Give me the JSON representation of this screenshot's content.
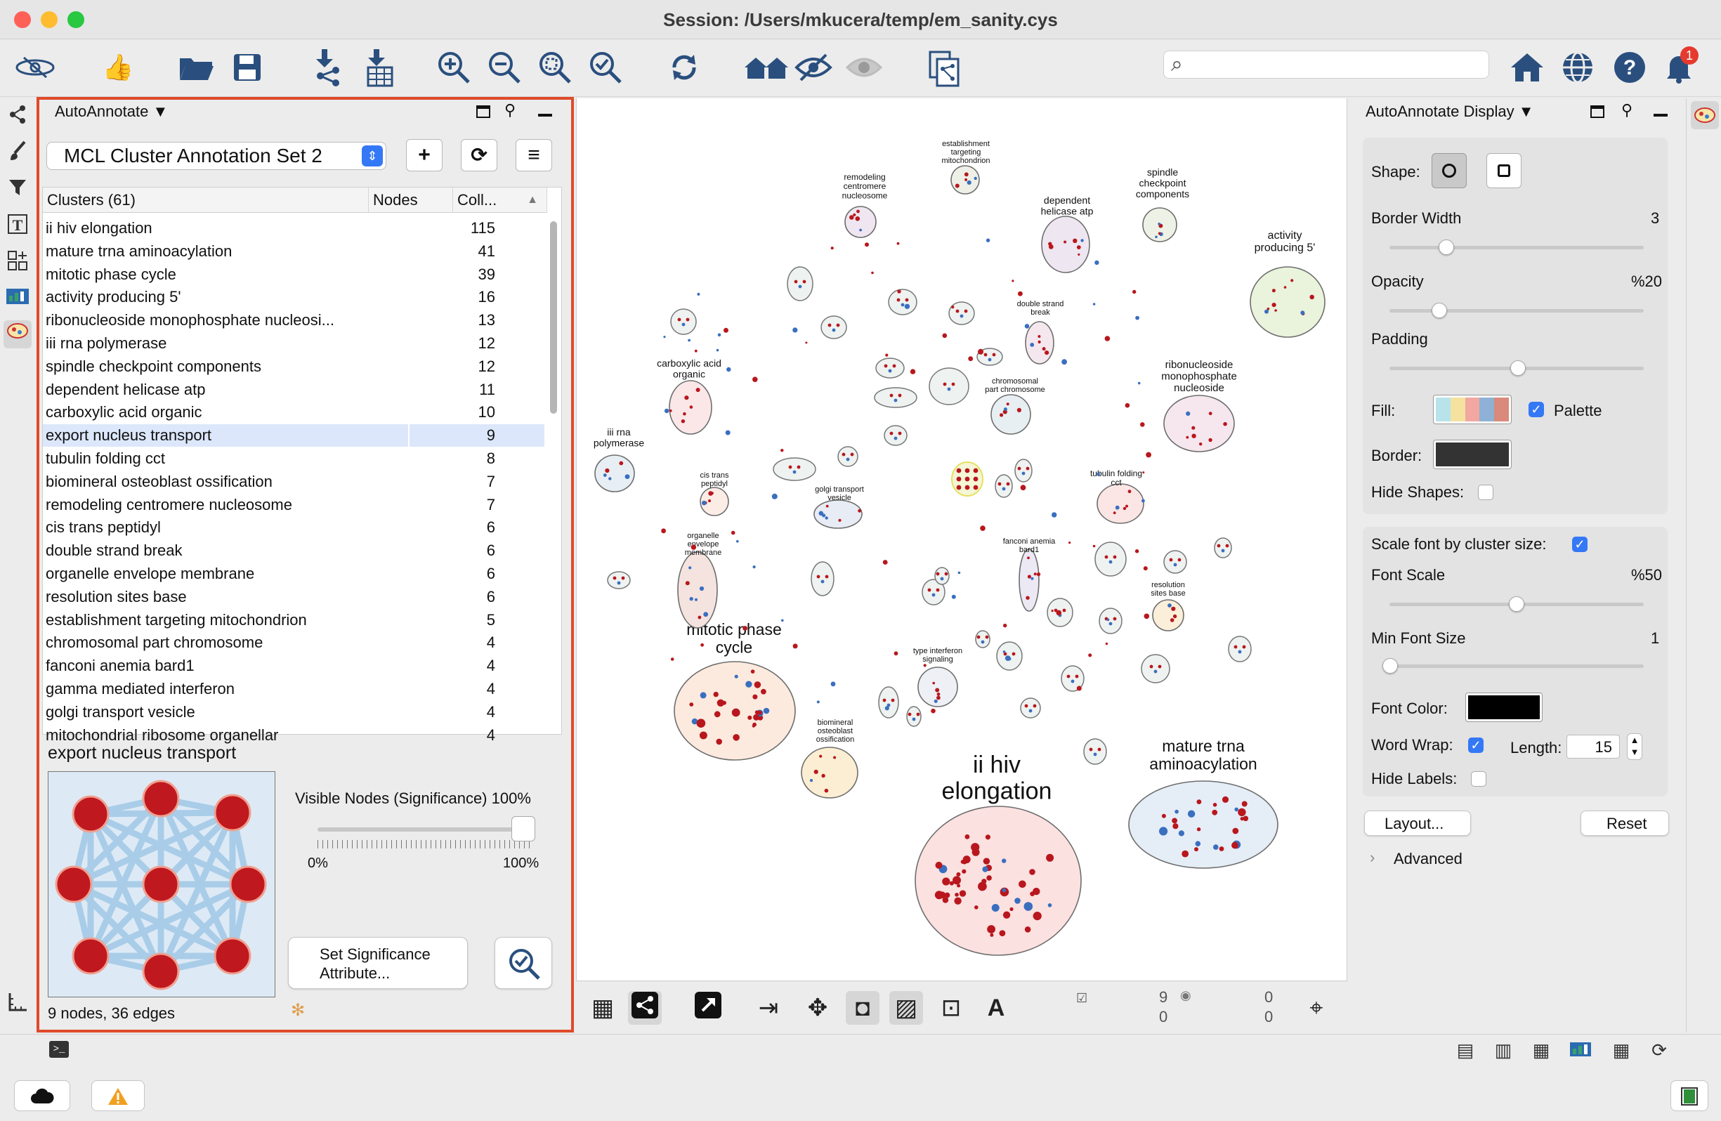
{
  "window": {
    "title": "Session: /Users/mkucera/temp/em_sanity.cys",
    "notification_count": "1"
  },
  "left_panel": {
    "header": "AutoAnnotate ▼",
    "annotation_set": "MCL Cluster Annotation Set 2",
    "columns": [
      "Clusters (61)",
      "Nodes",
      "Coll..."
    ],
    "rows": [
      {
        "name": "ii hiv elongation",
        "nodes": "115"
      },
      {
        "name": "mature trna aminoacylation",
        "nodes": "41"
      },
      {
        "name": "mitotic phase cycle",
        "nodes": "39"
      },
      {
        "name": "activity producing 5'",
        "nodes": "16"
      },
      {
        "name": "ribonucleoside monophosphate nucleosi...",
        "nodes": "13"
      },
      {
        "name": "iii rna polymerase",
        "nodes": "12"
      },
      {
        "name": "spindle checkpoint components",
        "nodes": "12"
      },
      {
        "name": "dependent helicase atp",
        "nodes": "11"
      },
      {
        "name": "carboxylic acid organic",
        "nodes": "10"
      },
      {
        "name": "export nucleus transport",
        "nodes": "9"
      },
      {
        "name": "tubulin folding cct",
        "nodes": "8"
      },
      {
        "name": "biomineral osteoblast ossification",
        "nodes": "7"
      },
      {
        "name": "remodeling centromere nucleosome",
        "nodes": "7"
      },
      {
        "name": "cis trans peptidyl",
        "nodes": "6"
      },
      {
        "name": "double strand break",
        "nodes": "6"
      },
      {
        "name": "organelle envelope membrane",
        "nodes": "6"
      },
      {
        "name": "resolution sites base",
        "nodes": "6"
      },
      {
        "name": "establishment targeting mitochondrion",
        "nodes": "5"
      },
      {
        "name": "chromosomal part chromosome",
        "nodes": "4"
      },
      {
        "name": "fanconi anemia bard1",
        "nodes": "4"
      },
      {
        "name": "gamma mediated interferon",
        "nodes": "4"
      },
      {
        "name": "golgi transport vesicle",
        "nodes": "4"
      },
      {
        "name": "mitochondrial ribosome organellar",
        "nodes": "4"
      }
    ],
    "selected_cluster": "export nucleus transport",
    "visible_nodes_label": "Visible Nodes (Significance)",
    "visible_nodes_value": "100%",
    "slider_min": "0%",
    "slider_max": "100%",
    "significance_button": "Set Significance\nAttribute...",
    "summary": "9 nodes, 36 edges"
  },
  "network": {
    "big_labels": [
      {
        "text": "ii hiv\nelongation"
      },
      {
        "text": "mature trna\naminoacylation"
      },
      {
        "text": "mitotic phase\ncycle"
      },
      {
        "text": "activity\nproducing 5'"
      },
      {
        "text": "ribonucleoside\nmonophosphate\nnucleoside"
      },
      {
        "text": "spindle\ncheckpoint\ncomponents"
      },
      {
        "text": "dependent\nhelicase atp"
      },
      {
        "text": "carboxylic acid\norganic"
      },
      {
        "text": "iii rna\npolymerase"
      },
      {
        "text": "tubulin folding\ncct"
      },
      {
        "text": "remodeling\ncentromere\nnucleosome"
      },
      {
        "text": "establishment\ntargeting\nmitochondrion"
      },
      {
        "text": "double strand\nbreak"
      },
      {
        "text": "organelle\nenvelope\nmembrane"
      },
      {
        "text": "biomineral\nosteoblast\nossification"
      },
      {
        "text": "resolution\nsites base"
      },
      {
        "text": "chromosomal\npart chromosome"
      },
      {
        "text": "fanconi anemia\nbard1"
      },
      {
        "text": "type interferon\nsignaling"
      },
      {
        "text": "cis trans\npeptidyl"
      },
      {
        "text": "golgi transport\nvesicle"
      }
    ],
    "bottom_counts": {
      "selected_nodes": "9",
      "selected_edges": "0",
      "hidden_nodes": "0",
      "hidden_edges": "0"
    }
  },
  "right_panel": {
    "header": "AutoAnnotate Display ▼",
    "shape_label": "Shape:",
    "border_width_label": "Border Width",
    "border_width_value": "3",
    "opacity_label": "Opacity",
    "opacity_value": "%20",
    "padding_label": "Padding",
    "fill_label": "Fill:",
    "palette_label": "Palette",
    "border_label": "Border:",
    "hide_shapes_label": "Hide Shapes:",
    "scale_font_label": "Scale font by cluster size:",
    "font_scale_label": "Font Scale",
    "font_scale_value": "%50",
    "min_font_label": "Min Font Size",
    "min_font_value": "1",
    "font_color_label": "Font Color:",
    "word_wrap_label": "Word Wrap:",
    "length_label": "Length:",
    "length_value": "15",
    "hide_labels_label": "Hide Labels:",
    "layout_button": "Layout...",
    "reset_button": "Reset",
    "advanced_label": "Advanced",
    "palette_colors": [
      "#b9e3ea",
      "#f5e2a0",
      "#f2a7a0",
      "#8fb1d6",
      "#d98a7a"
    ]
  },
  "colors": {
    "accent": "#3478f6",
    "highlight": "#e04a2a",
    "node": "#b8171d"
  }
}
